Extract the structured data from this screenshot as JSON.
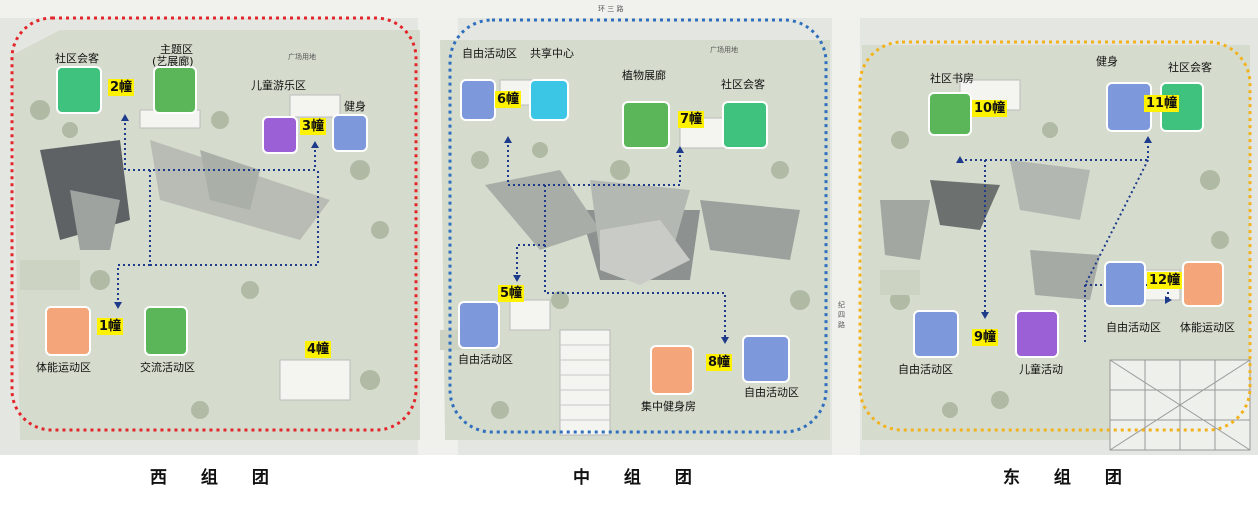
{
  "roads": {
    "top": "环 三 路",
    "plaza_west": "广场用地",
    "plaza_mid": "广场用地",
    "east": "纪四路"
  },
  "west": {
    "title": "西 组 团",
    "labels": {
      "community": "社区会客",
      "theme": "主题区",
      "theme_sub": "(艺展廊)",
      "kids": "儿童游乐区",
      "fitness": "健身",
      "sport": "体能运动区",
      "exchange": "交流活动区"
    },
    "buildings": [
      "2幢",
      "3幢",
      "1幢",
      "4幢"
    ]
  },
  "middle": {
    "title": "中 组 团",
    "labels": {
      "free1": "自由活动区",
      "share": "共享中心",
      "plant": "植物展廊",
      "community": "社区会客",
      "free2": "自由活动区",
      "gym": "集中健身房",
      "free3": "自由活动区"
    },
    "buildings": [
      "6幢",
      "7幢",
      "5幢",
      "8幢"
    ]
  },
  "east": {
    "title": "东 组 团",
    "labels": {
      "library": "社区书房",
      "fitness": "健身",
      "community": "社区会客",
      "free1": "自由活动区",
      "sport": "体能运动区",
      "free2": "自由活动区",
      "kids": "儿童活动"
    },
    "buildings": [
      "10幢",
      "11幢",
      "12幢",
      "9幢"
    ]
  },
  "colors": {
    "west_boundary": "#e3262b",
    "middle_boundary": "#2f6fbd",
    "east_boundary": "#f2b21c",
    "path": "#1e3a8a",
    "highlight": "#fff200"
  }
}
